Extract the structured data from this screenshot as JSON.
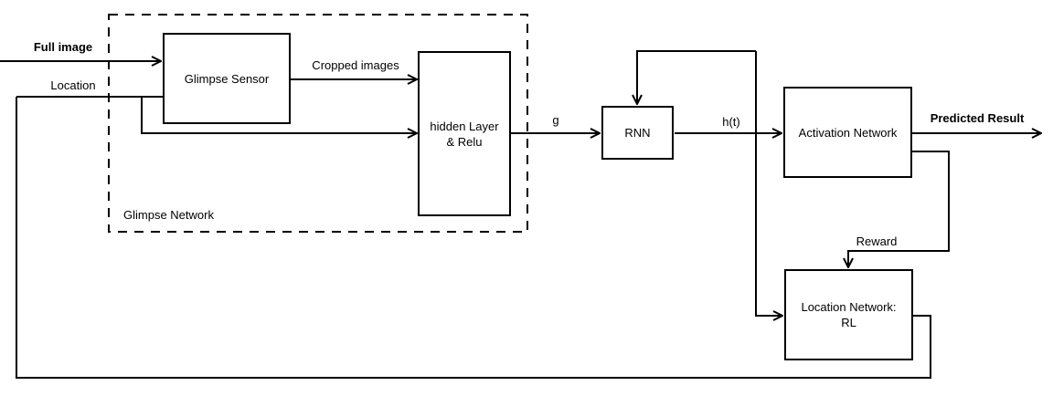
{
  "diagram": {
    "description": "Recurrent Attention Model architecture flow diagram",
    "colors": {
      "stroke": "#000000",
      "background": "#ffffff",
      "text": "#000000"
    },
    "group": {
      "glimpse_network_label": "Glimpse Network"
    },
    "nodes": {
      "glimpse_sensor": "Glimpse Sensor",
      "hidden_layer_line1": "hidden Layer",
      "hidden_layer_line2": "& Relu",
      "rnn": "RNN",
      "activation_network": "Activation Network",
      "location_network_line1": "Location Network:",
      "location_network_line2": "RL"
    },
    "edge_labels": {
      "full_image": "Full image",
      "location": "Location",
      "cropped_images": "Cropped images",
      "g": "g",
      "h_t": "h(t)",
      "predicted_result": "Predicted Result",
      "reward": "Reward"
    }
  }
}
